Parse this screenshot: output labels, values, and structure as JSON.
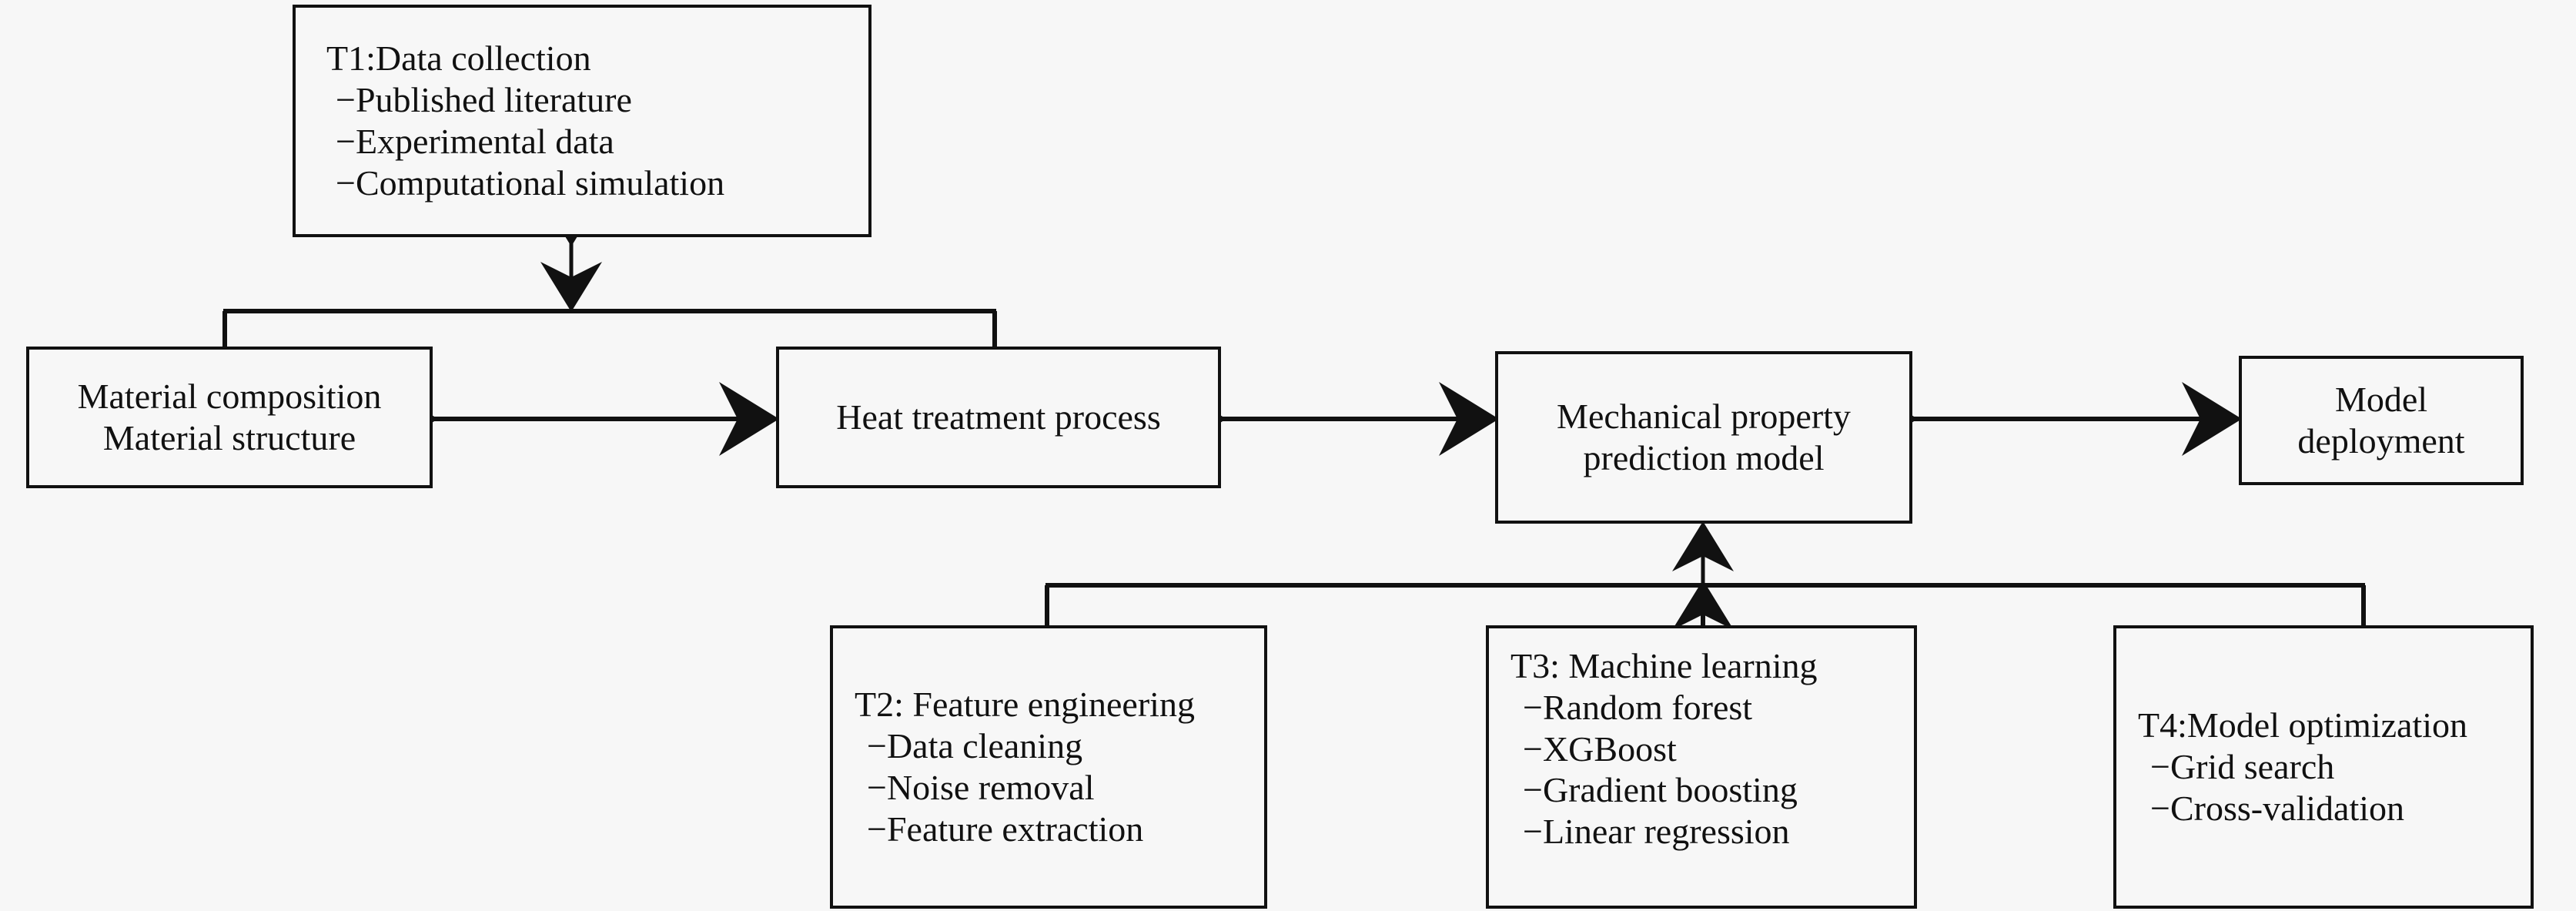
{
  "diagram": {
    "background_color": "#f7f7f7",
    "line_color": "#111111",
    "nodes": {
      "t1": {
        "id": "T1",
        "title": "T1:Data collection",
        "bullets": [
          "−Published literature",
          "−Experimental data",
          "−Computational simulation"
        ]
      },
      "material": {
        "line1": "Material composition",
        "line2": "Material structure"
      },
      "heat": {
        "line1": "Heat treatment process"
      },
      "mechanical": {
        "line1": "Mechanical property",
        "line2": "prediction model"
      },
      "deployment": {
        "line1": "Model",
        "line2": "deployment"
      },
      "t2": {
        "id": "T2",
        "title": "T2: Feature engineering",
        "bullets": [
          "−Data cleaning",
          "−Noise removal",
          "−Feature extraction"
        ]
      },
      "t3": {
        "id": "T3",
        "title": "T3: Machine learning",
        "bullets": [
          "−Random forest",
          "−XGBoost",
          "−Gradient boosting",
          "−Linear regression"
        ]
      },
      "t4": {
        "id": "T4",
        "title": "T4:Model optimization",
        "bullets": [
          "−Grid search",
          "−Cross-validation"
        ]
      }
    },
    "connectors": [
      {
        "name": "t1-to-upper-bus",
        "type": "double-arrow-vertical"
      },
      {
        "name": "material-to-heat",
        "type": "double-arrow-horizontal"
      },
      {
        "name": "heat-to-mechanical",
        "type": "double-arrow-horizontal"
      },
      {
        "name": "mechanical-to-deployment",
        "type": "double-arrow-horizontal"
      },
      {
        "name": "lower-bus-to-mechanical",
        "type": "double-arrow-vertical"
      },
      {
        "name": "upper-bus",
        "type": "bus"
      },
      {
        "name": "lower-bus",
        "type": "bus"
      }
    ]
  }
}
